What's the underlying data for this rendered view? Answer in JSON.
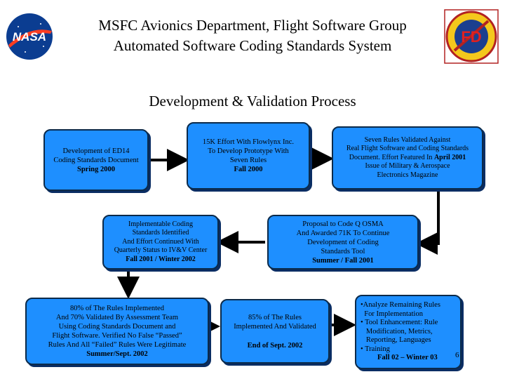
{
  "header": {
    "title_line1": "MSFC Avionics Department, Flight Software Group",
    "title_line2": "Automated Software Coding Standards System",
    "subtitle": "Development & Validation Process",
    "left_logo_text": "NASA",
    "right_logo_text": "FD"
  },
  "boxes": {
    "b1": {
      "lines": [
        "Development of ED14",
        "Coding Standards Document"
      ],
      "bold": "Spring 2000"
    },
    "b2": {
      "lines": [
        "15K Effort With Flowlynx Inc.",
        "To Develop Prototype With",
        "Seven Rules"
      ],
      "bold": "Fall 2000"
    },
    "b3": {
      "lines": [
        "Seven Rules Validated Against",
        "Real Flight Software and Coding Standards",
        "Document. Effort Featured In "
      ],
      "bold_inline": "April 2001",
      "lines2": [
        "Issue of Military & Aerospace",
        "Electronics Magazine"
      ]
    },
    "b4": {
      "lines": [
        "Proposal to Code Q OSMA",
        "And Awarded 71K To Continue",
        "Development of Coding",
        "Standards Tool"
      ],
      "bold": "Summer / Fall 2001"
    },
    "b5": {
      "lines": [
        "Implementable Coding",
        "Standards Identified",
        "And Effort Continued With",
        "Quarterly Status to IV&V Center"
      ],
      "bold": "Fall 2001 /  Winter 2002"
    },
    "b6": {
      "lines": [
        "80% of The Rules Implemented",
        "And 70% Validated By Assessment Team",
        "Using Coding Standards Document and",
        "Flight Software. Verified No False “Passed”",
        "Rules And All “Failed”  Rules Were  Legitimate"
      ],
      "bold": "Summer/Sept. 2002"
    },
    "b7": {
      "lines": [
        "85%  of  The Rules",
        "Implemented And Validated"
      ],
      "bold": "End of Sept. 2002"
    },
    "b8": {
      "items": [
        "•Analyze Remaining Rules",
        "  For Implementation",
        "• Tool Enhancement: Rule",
        "   Modification, Metrics,",
        "   Reporting, Languages",
        "• Training"
      ],
      "bold": "Fall 02 – Winter 03"
    }
  },
  "page_number": "6",
  "colors": {
    "box_fill": "#1e8fff",
    "box_border": "#0b2a4a",
    "arrow": "#000000"
  }
}
